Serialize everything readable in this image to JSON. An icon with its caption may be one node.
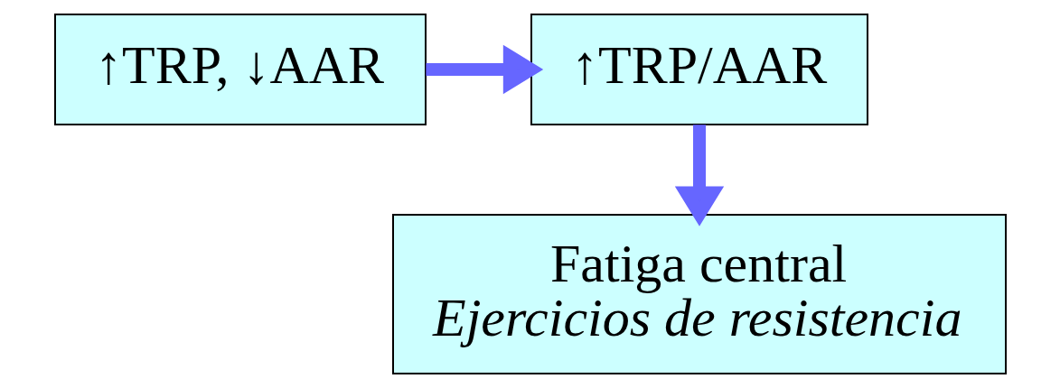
{
  "diagram": {
    "nodes": [
      {
        "text": [
          "↑TRP, ↓AAR"
        ]
      },
      {
        "text": [
          "↑TRP/AAR"
        ]
      },
      {
        "text": [
          "Fatiga central",
          "Ejercicios de resistencia"
        ]
      }
    ],
    "edges": [
      {
        "from": 0,
        "to": 1,
        "arrow": "to"
      },
      {
        "from": 1,
        "to": 2,
        "arrow": "to"
      }
    ]
  }
}
